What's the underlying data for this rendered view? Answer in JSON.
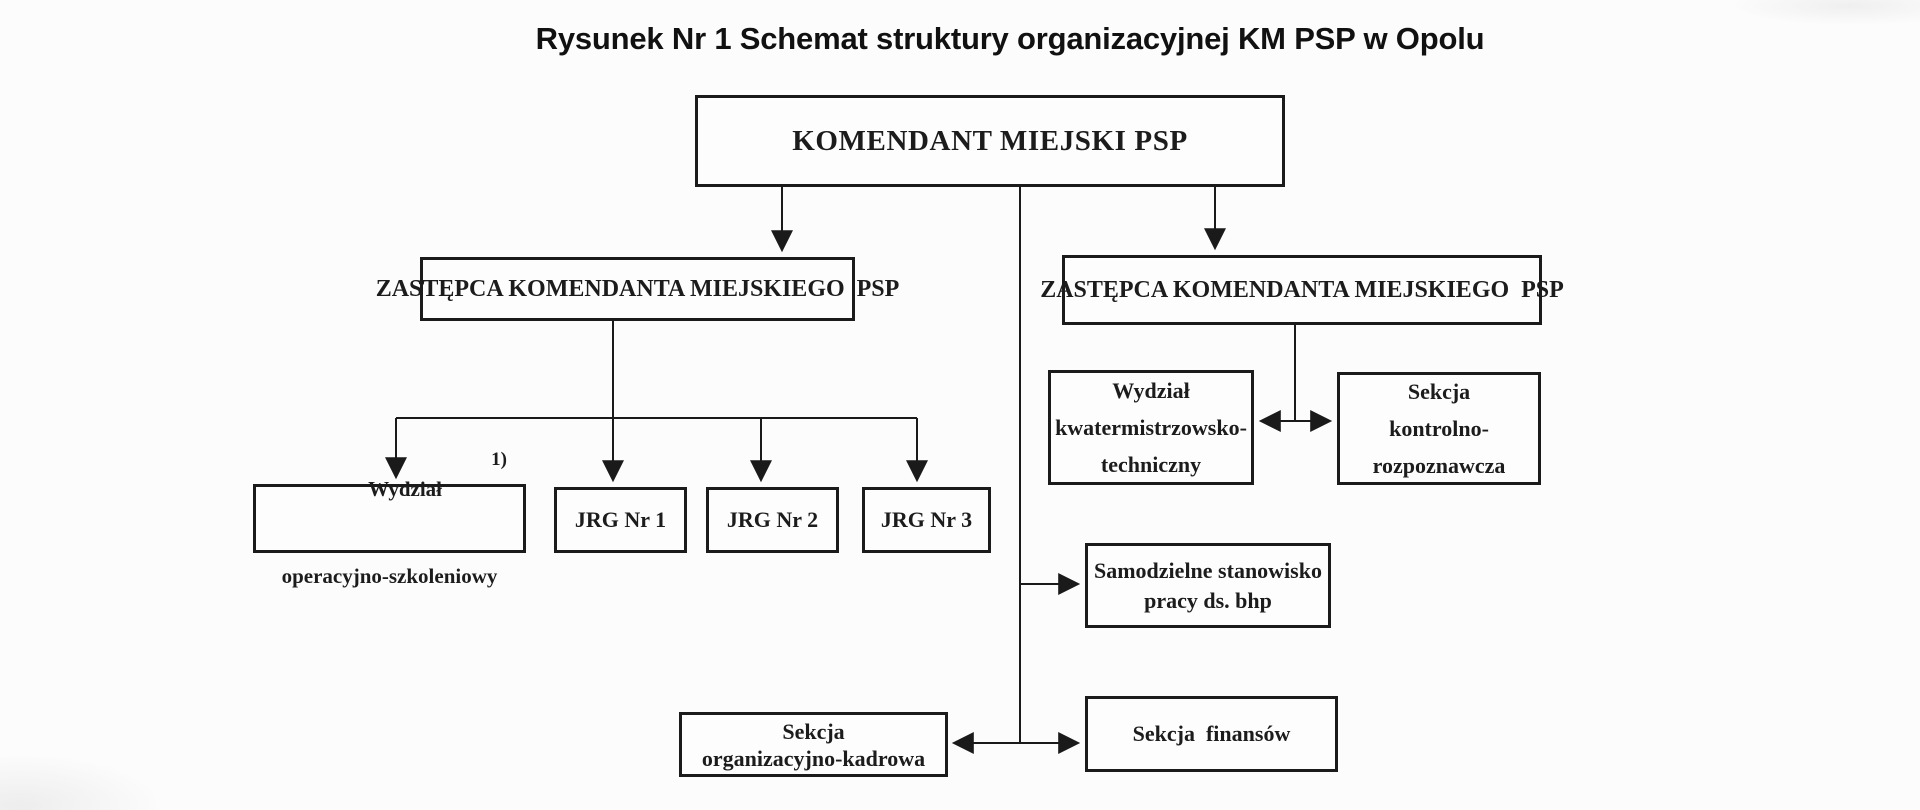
{
  "title": "Rysunek Nr 1 Schemat struktury organizacyjnej KM PSP w Opolu",
  "nodes": {
    "komendant": {
      "label": "KOMENDANT MIEJSKI PSP"
    },
    "zastepca_lewy": {
      "label": "ZASTĘPCA KOMENDANTA MIEJSKIEGO  PSP"
    },
    "zastepca_prawy": {
      "label": "ZASTĘPCA KOMENDANTA MIEJSKIEGO  PSP"
    },
    "wydzial_operacyjno_szkoleniowy": {
      "line1": "Wydział",
      "footnote_marker": "1)",
      "line2": "operacyjno-szkoleniowy"
    },
    "jrg_nr_1": {
      "label": "JRG Nr 1"
    },
    "jrg_nr_2": {
      "label": "JRG Nr 2"
    },
    "jrg_nr_3": {
      "label": "JRG Nr 3"
    },
    "wydzial_kwatermistrzowsko_techniczny": {
      "line1": "Wydział",
      "line2": "kwatermistrzowsko-",
      "line3": "techniczny"
    },
    "sekcja_kontrolno_rozpoznawcza": {
      "line1": "Sekcja",
      "line2": "kontrolno-",
      "line3": "rozpoznawcza"
    },
    "samodzielne_stanowisko_bhp": {
      "line1": "Samodzielne stanowisko",
      "line2": "pracy ds. bhp"
    },
    "sekcja_organizacyjno_kadrowa": {
      "line1": "Sekcja",
      "line2": "organizacyjno-kadrowa"
    },
    "sekcja_finansow": {
      "label": "Sekcja  finansów"
    }
  },
  "edges": [
    {
      "from": "komendant",
      "to": "zastepca_lewy",
      "type": "arrow-down"
    },
    {
      "from": "komendant",
      "to": "zastepca_prawy",
      "type": "arrow-down"
    },
    {
      "from": "zastepca_lewy",
      "to": "wydzial_operacyjno_szkoleniowy",
      "type": "arrow-down"
    },
    {
      "from": "zastepca_lewy",
      "to": "jrg_nr_1",
      "type": "arrow-down"
    },
    {
      "from": "zastepca_lewy",
      "to": "jrg_nr_2",
      "type": "arrow-down"
    },
    {
      "from": "zastepca_lewy",
      "to": "jrg_nr_3",
      "type": "arrow-down"
    },
    {
      "from": "zastepca_prawy",
      "to": "wydzial_kwatermistrzowsko_techniczny",
      "type": "arrow"
    },
    {
      "from": "zastepca_prawy",
      "to": "sekcja_kontrolno_rozpoznawcza",
      "type": "arrow"
    },
    {
      "from": "komendant",
      "to": "samodzielne_stanowisko_bhp",
      "type": "arrow"
    },
    {
      "from": "komendant",
      "to": "sekcja_organizacyjno_kadrowa",
      "type": "arrow"
    },
    {
      "from": "komendant",
      "to": "sekcja_finansow",
      "type": "arrow"
    }
  ],
  "colors": {
    "ink": "#1a1a1a",
    "background": "#fcfcfc"
  }
}
